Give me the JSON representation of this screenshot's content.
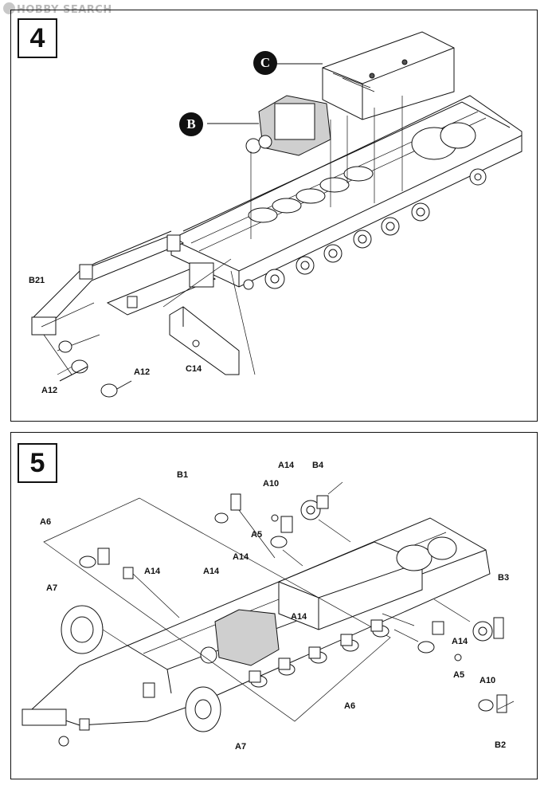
{
  "watermark": {
    "text": "HOBBY SEARCH"
  },
  "step4": {
    "number": "4",
    "callouts": [
      "C",
      "B"
    ],
    "labels": [
      "B21",
      "C14",
      "A12",
      "A12"
    ]
  },
  "step5": {
    "number": "5",
    "labels": [
      "B1",
      "A14",
      "B4",
      "A10",
      "A6",
      "A5",
      "A14",
      "A14",
      "A14",
      "A7",
      "A14",
      "B3",
      "A14",
      "A5",
      "A10",
      "A6",
      "A7",
      "B2"
    ]
  }
}
